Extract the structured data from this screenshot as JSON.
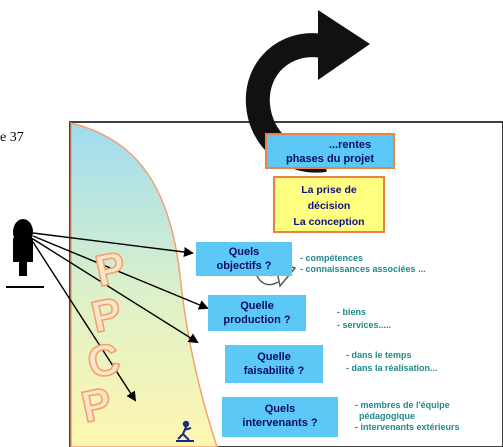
{
  "page": {
    "fragment": "e 37"
  },
  "boxes": {
    "phases": [
      "...rentes",
      "phases du projet"
    ],
    "decision": [
      "La prise de",
      "décision",
      "La conception"
    ],
    "objectifs": [
      "Quels",
      "objectifs ?"
    ],
    "production": [
      "Quelle",
      "production ?"
    ],
    "faisabilite": [
      "Quelle",
      "faisabilité ?"
    ],
    "intervenants": [
      "Quels",
      "intervenants ?"
    ]
  },
  "notes": {
    "objectifs": [
      "- compétences",
      "- connaissances associées ..."
    ],
    "production": [
      "- biens",
      "- services....."
    ],
    "faisabilite": [
      "- dans le temps",
      "- dans la réalisation..."
    ],
    "intervenants": [
      "- membres de l'équipe",
      "pédagogique",
      "- intervenants extérieurs"
    ]
  },
  "acronym": {
    "letters": [
      "P",
      "P",
      "C",
      "P"
    ]
  },
  "colors": {
    "box_blue": "#5bc8f5",
    "box_yellow": "#ffff80",
    "box_border": "#f08040",
    "note_teal": "#1f8a8a",
    "letter_orange": "#f4a070",
    "curve_orange": "#f4a070",
    "slide_gradient_top": "#9fdcf0",
    "slide_gradient_bottom": "#fff6b0"
  },
  "icons": [
    "circular-arrow-icon",
    "u-turn-arrow-icon",
    "person-silhouette-icon",
    "walking-figure-icon"
  ]
}
